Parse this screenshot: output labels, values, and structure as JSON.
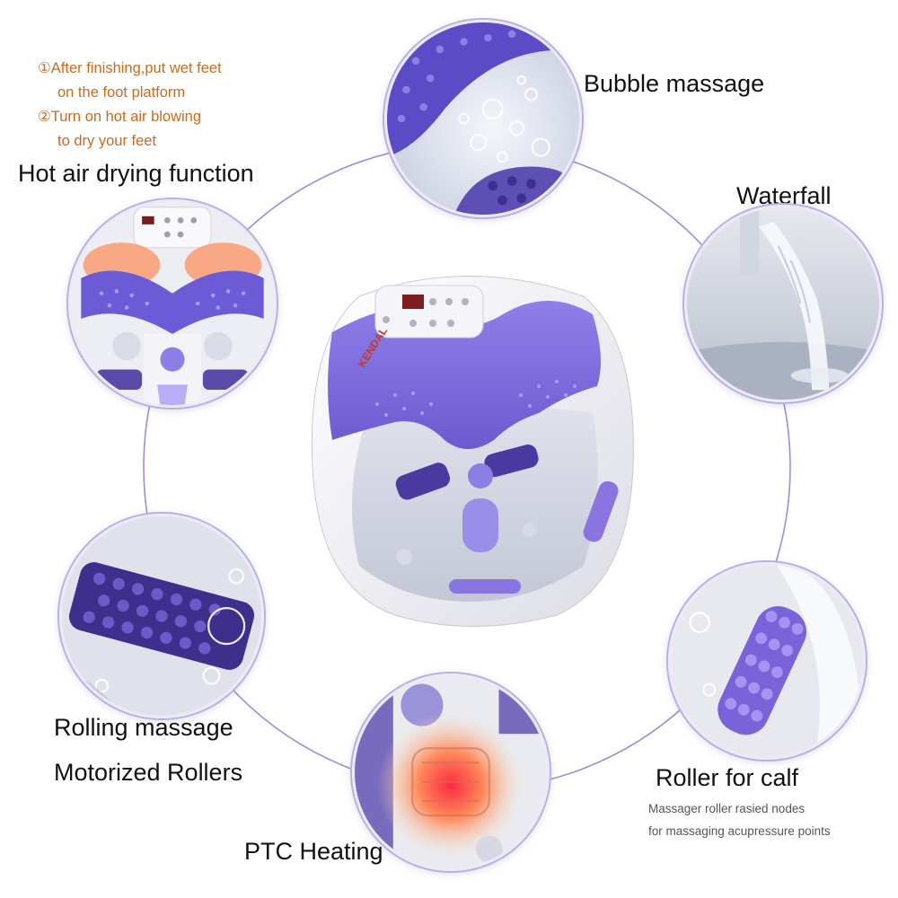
{
  "notes": {
    "step1_line1": "①After finishing,put wet feet",
    "step1_line2": "on the foot platform",
    "step2_line1": "②Turn on hot air blowing",
    "step2_line2": "to dry your feet"
  },
  "features": {
    "hot_air": "Hot air drying function",
    "bubble": "Bubble massage",
    "waterfall": "Waterfall",
    "rolling": "Rolling massage",
    "motorized": "Motorized Rollers",
    "calf": "Roller for calf",
    "calf_desc_line1": "Massager roller rasied nodes",
    "calf_desc_line2": "for massaging acupressure points",
    "ptc": "PTC Heating"
  },
  "product": {
    "brand": "KENDAL"
  },
  "colors": {
    "accent_purple": "#7b68d8",
    "ring_line": "#9a8fd8",
    "note_orange": "#c96a1e"
  }
}
